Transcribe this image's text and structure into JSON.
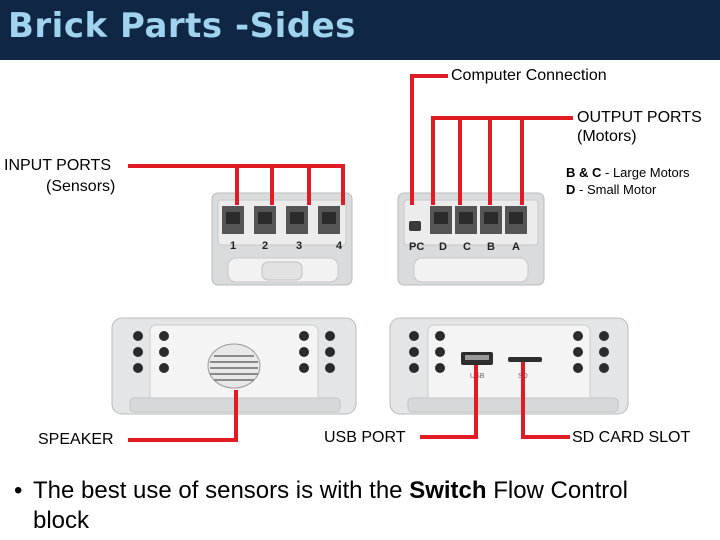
{
  "title": "Brick Parts -Sides",
  "labels": {
    "computer_connection": "Computer Connection",
    "output_ports_line1": "OUTPUT PORTS",
    "output_ports_line2": "(Motors)",
    "input_ports_line1": "INPUT PORTS",
    "input_ports_line2": "(Sensors)",
    "motors_bc_prefix": "B & C",
    "motors_bc_text": " - Large Motors",
    "motors_d_prefix": "D",
    "motors_d_text": " - Small Motor",
    "speaker": "SPEAKER",
    "usb_port": "USB PORT",
    "sd_card_slot": "SD CARD SLOT"
  },
  "input_port_numbers": [
    "1",
    "2",
    "3",
    "4"
  ],
  "output_port_letters": [
    "PC",
    "D",
    "C",
    "B",
    "A"
  ],
  "bottom_panel_labels": {
    "usb": "USB",
    "sd": "SD"
  },
  "bullet": {
    "symbol": "•",
    "before": "The best use of sensors is with the ",
    "bold": "Switch",
    "after": " Flow Control block"
  },
  "colors": {
    "callout_line": "#e01b24",
    "title_bg": "#0f2744",
    "title_text": "#9fd3ee"
  }
}
